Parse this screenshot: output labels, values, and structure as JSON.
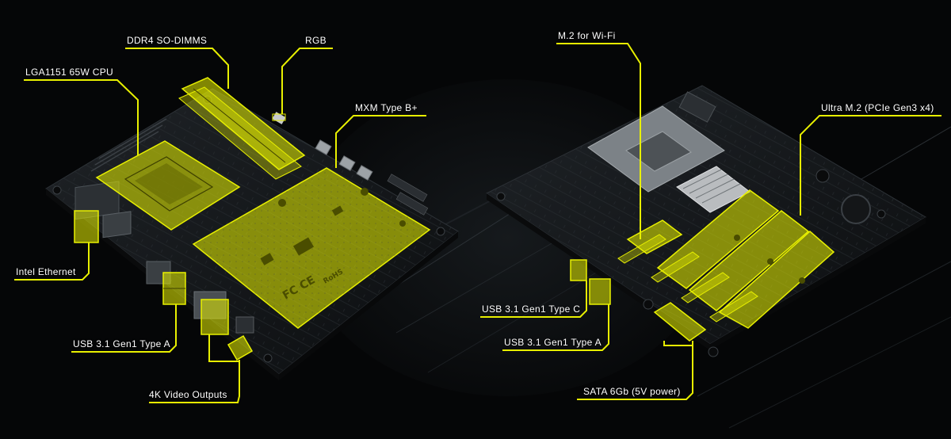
{
  "colors": {
    "accent": "#e8f000",
    "background": "#050607",
    "board": "#15181b",
    "label_text": "#ffffff"
  },
  "left_board": {
    "callouts": {
      "ddr4": "DDR4 SO-DIMMS",
      "rgb": "RGB",
      "cpu": "LGA1151 65W CPU",
      "mxm": "MXM Type B+",
      "ethernet": "Intel Ethernet",
      "usb_a": "USB 3.1 Gen1 Type A",
      "video": "4K Video Outputs"
    },
    "markings": {
      "cert": "FC CE",
      "rohs": "RoHS"
    }
  },
  "right_board": {
    "callouts": {
      "wifi": "M.2 for Wi-Fi",
      "ultra_m2": "Ultra M.2 (PCIe Gen3 x4)",
      "usb_c": "USB 3.1 Gen1 Type C",
      "usb_a": "USB 3.1 Gen1 Type A",
      "sata": "SATA 6Gb (5V power)"
    }
  }
}
